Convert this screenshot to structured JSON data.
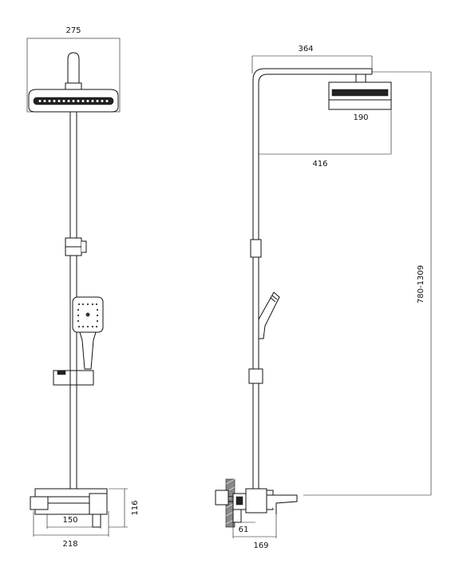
{
  "dimensions": {
    "front_head_width": "275",
    "front_base_inner": "150",
    "front_base_outer": "218",
    "front_height": "116",
    "side_arm_length": "364",
    "side_head_width": "190",
    "side_projection": "416",
    "side_height_range": "780-1309",
    "side_wall_offset": "61",
    "side_depth": "169"
  }
}
